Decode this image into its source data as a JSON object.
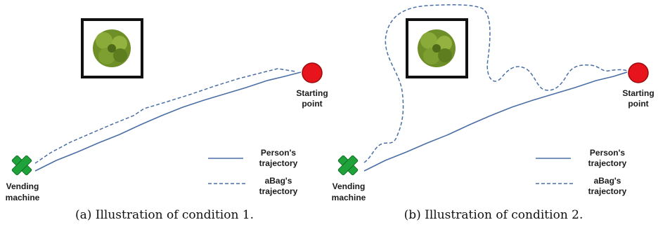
{
  "panels": [
    {
      "caption": "(a) Illustration of condition 1.",
      "start_label": [
        "Starting",
        "point"
      ],
      "end_label": [
        "Vending",
        "machine"
      ],
      "legend": {
        "person": [
          "Person's",
          "trajectory"
        ],
        "abag": [
          "aBag's",
          "trajectory"
        ]
      }
    },
    {
      "caption": "(b) Illustration of condition 2.",
      "start_label": [
        "Starting",
        "point"
      ],
      "end_label": [
        "Vending",
        "machine"
      ],
      "legend": {
        "person": [
          "Person's",
          "trajectory"
        ],
        "abag": [
          "aBag's",
          "trajectory"
        ]
      }
    }
  ],
  "colors": {
    "trajectory": "#4a6fa5",
    "start_marker": "#e8141c",
    "end_marker": "#1fa23a",
    "tree": "#7a9a2e"
  },
  "icons": {
    "start": "red-circle-icon",
    "end": "green-x-icon",
    "obstacle": "tree-icon"
  }
}
